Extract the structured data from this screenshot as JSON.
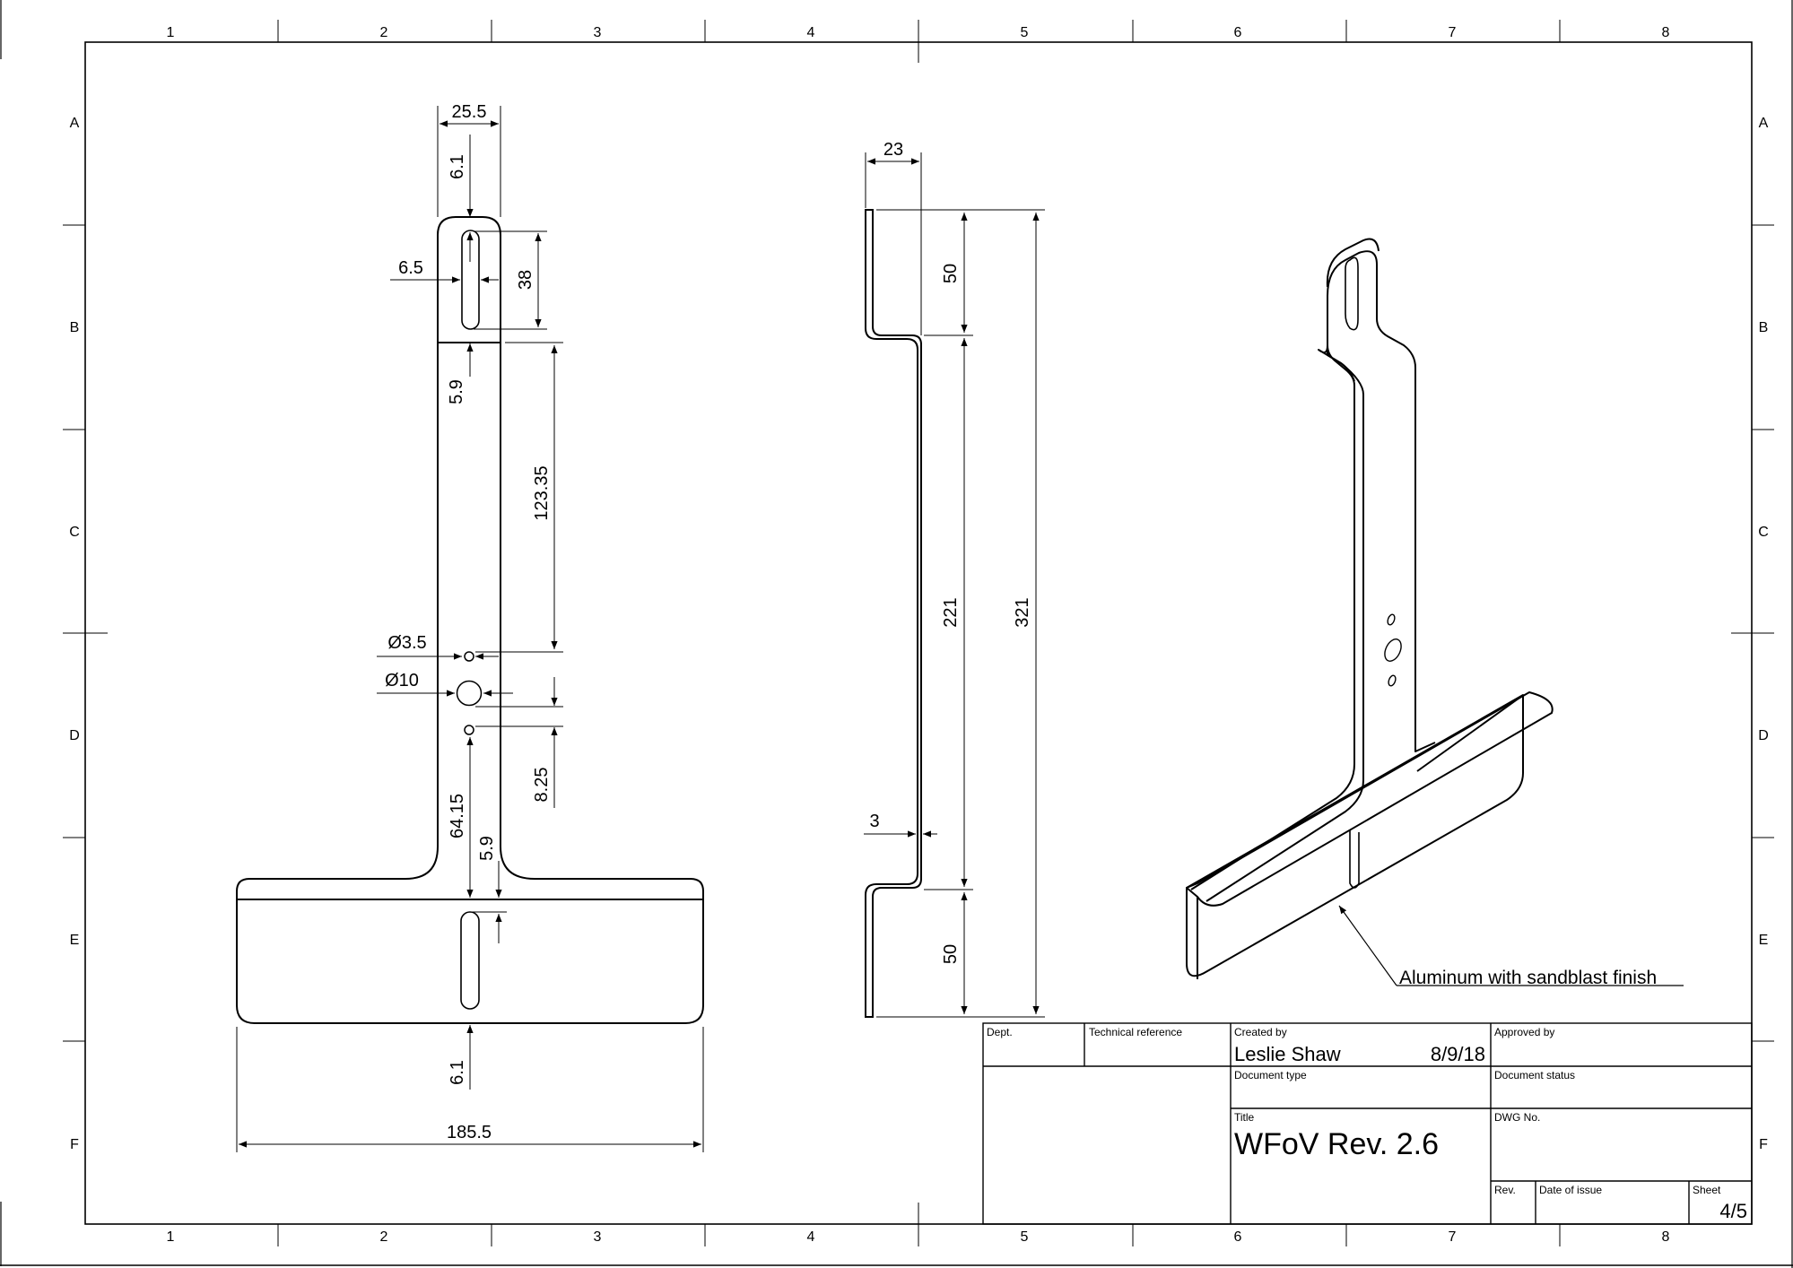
{
  "sheet": {
    "columns": [
      "1",
      "2",
      "3",
      "4",
      "5",
      "6",
      "7",
      "8"
    ],
    "rows": [
      "A",
      "B",
      "C",
      "D",
      "E",
      "F"
    ]
  },
  "front_view": {
    "dims": {
      "top_width": "25.5",
      "top_margin": "6.1",
      "slot_width": "6.5",
      "slot_length": "38",
      "slot_to_bend": "5.9",
      "bend_to_hole": "123.35",
      "small_hole": "Ø3.5",
      "large_hole": "Ø10",
      "hole_spacing": "8.25",
      "hole_to_base": "64.15",
      "base_offset": "5.9",
      "bottom_margin": "6.1",
      "base_width": "185.5"
    }
  },
  "side_view": {
    "dims": {
      "offset": "23",
      "top_leg": "50",
      "middle": "221",
      "overall": "321",
      "thickness": "3",
      "bottom_leg": "50"
    }
  },
  "iso_view": {
    "callout": "Aluminum with sandblast finish"
  },
  "title_block": {
    "dept_label": "Dept.",
    "techref_label": "Technical reference",
    "created_label": "Created by",
    "created_name": "Leslie Shaw",
    "created_date": "8/9/18",
    "approved_label": "Approved by",
    "doctype_label": "Document type",
    "docstatus_label": "Document status",
    "title_label": "Title",
    "title": "WFoV Rev. 2.6",
    "dwg_label": "DWG No.",
    "rev_label": "Rev.",
    "date_label": "Date of issue",
    "sheet_label": "Sheet",
    "sheet_value": "4/5"
  }
}
